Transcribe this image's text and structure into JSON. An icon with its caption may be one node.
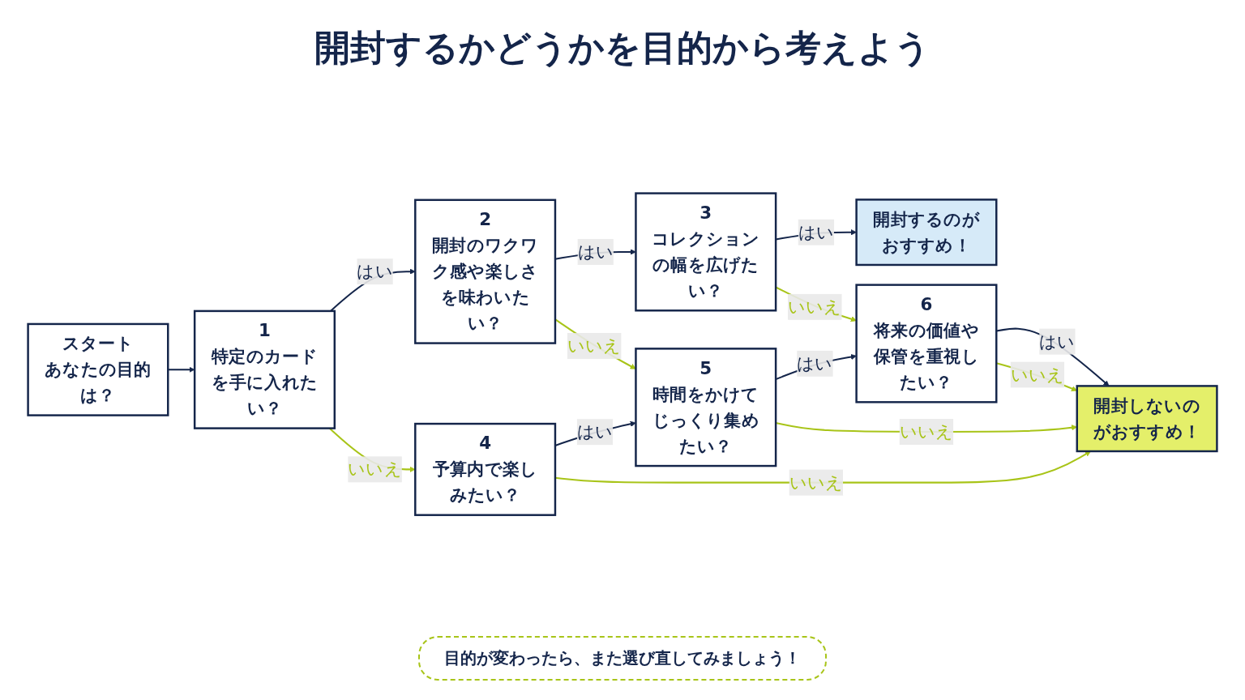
{
  "diagram": {
    "title": "開封するかどうかを目的から考えよう",
    "nodes": [
      {
        "text": [
          "スタート",
          "あなたの目的は？"
        ]
      },
      {
        "text": [
          "1",
          "特定のカードを手に入れたい？"
        ]
      },
      {
        "text": [
          "2",
          "開封のワクワク感や楽しさを味わいたい？"
        ]
      },
      {
        "text": [
          "3",
          "コレクションの幅を広げたい？"
        ]
      },
      {
        "text": [
          "開封するのがおすすめ！"
        ]
      },
      {
        "text": [
          "4",
          "予算内で楽しみたい？"
        ]
      },
      {
        "text": [
          "5",
          "時間をかけてじっくり集めたい？"
        ]
      },
      {
        "text": [
          "6",
          "将来の価値や保管を重視したい？"
        ]
      },
      {
        "text": [
          "開封しないのがおすすめ！"
        ]
      }
    ],
    "edges": [
      {
        "from": 0,
        "to": 1,
        "arrow": "to"
      },
      {
        "from": 1,
        "to": 2,
        "label": "はい",
        "arrow": "to"
      },
      {
        "from": 2,
        "to": 3,
        "label": "はい",
        "arrow": "to"
      },
      {
        "from": 3,
        "to": 4,
        "label": "はい",
        "arrow": "to"
      },
      {
        "from": 1,
        "to": 5,
        "label": "いいえ",
        "arrow": "to",
        "color": "#a8c418"
      },
      {
        "from": 2,
        "to": 6,
        "label": "いいえ",
        "arrow": "to",
        "color": "#a8c418"
      },
      {
        "from": 3,
        "to": 7,
        "label": "いいえ",
        "arrow": "to",
        "color": "#a8c418"
      },
      {
        "from": 5,
        "to": 6,
        "label": "はい",
        "arrow": "to"
      },
      {
        "from": 6,
        "to": 7,
        "label": "はい",
        "arrow": "to"
      },
      {
        "from": 7,
        "to": 8,
        "label": "はい",
        "arrow": "to"
      },
      {
        "from": 5,
        "to": 8,
        "label": "いいえ",
        "arrow": "to",
        "color": "#a8c418"
      },
      {
        "from": 6,
        "to": 8,
        "label": "いいえ",
        "arrow": "to",
        "color": "#a8c418"
      },
      {
        "from": 7,
        "to": 8,
        "label": "いいえ",
        "arrow": "to",
        "color": "#a8c418"
      }
    ],
    "labels": [
      "目的が変わったら、また選び直してみましょう！"
    ]
  }
}
